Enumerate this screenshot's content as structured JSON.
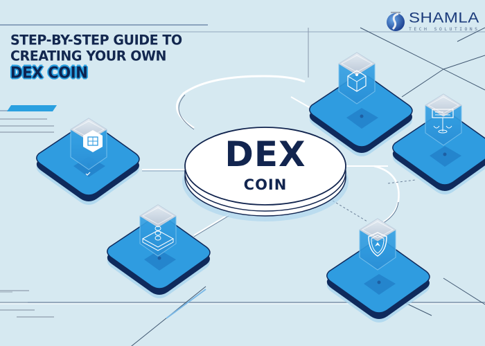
{
  "headline": {
    "line1": "STEP-BY-STEP GUIDE TO",
    "line2": "CREATING YOUR OWN",
    "line3": "DEX COIN"
  },
  "logo": {
    "brand": "SHAMLA",
    "tagline": "TECH SOLUTIONS",
    "icon": "s-globe-logo-icon"
  },
  "coin": {
    "title": "DEX",
    "subtitle": "COIN"
  },
  "nodes": [
    {
      "id": "left",
      "icon": "cube-network-icon"
    },
    {
      "id": "top-center",
      "icon": "box-package-icon"
    },
    {
      "id": "top-right",
      "icon": "scales-dashboard-icon"
    },
    {
      "id": "bottom-left",
      "icon": "token-stack-icon"
    },
    {
      "id": "bottom-right",
      "icon": "shield-security-icon"
    }
  ],
  "colors": {
    "background": "#d6e9f1",
    "navy": "#13274f",
    "accent_blue": "#2aa0e0",
    "platform_blue": "#2f9ce0",
    "platform_dark": "#0f2a5c",
    "coin_white": "#ffffff"
  }
}
